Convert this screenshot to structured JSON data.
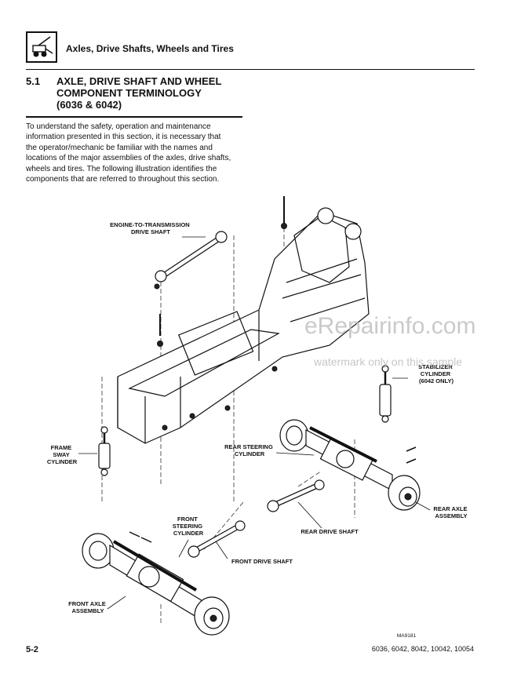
{
  "header": {
    "title": "Axles, Drive Shafts, Wheels and Tires",
    "icon": "forklift-icon"
  },
  "section": {
    "number": "5.1",
    "title_lines": [
      "AXLE, DRIVE SHAFT AND WHEEL",
      "COMPONENT TERMINOLOGY",
      "(6036 & 6042)"
    ]
  },
  "intro_lines": [
    "To understand the safety, operation and maintenance",
    "information presented in this section, it is necessary that",
    "the operator/mechanic be familiar with the names and",
    "locations of the major assemblies of the axles, drive shafts,",
    "wheels and tires. The following illustration identifies the",
    "components that are referred to throughout this section."
  ],
  "diagram": {
    "labels": {
      "engine_shaft": [
        "ENGINE-TO-TRANSMISSION",
        "DRIVE SHAFT"
      ],
      "stabilizer": [
        "STABILIZER",
        "CYLINDER",
        "(6042 ONLY)"
      ],
      "frame_sway": [
        "FRAME",
        "SWAY",
        "CYLINDER"
      ],
      "rear_steering": [
        "REAR STEERING",
        "CYLINDER"
      ],
      "rear_axle": [
        "REAR AXLE",
        "ASSEMBLY"
      ],
      "rear_drive": [
        "REAR DRIVE SHAFT"
      ],
      "front_steering": [
        "FRONT",
        "STEERING",
        "CYLINDER"
      ],
      "front_drive": [
        "FRONT DRIVE SHAFT"
      ],
      "front_axle": [
        "FRONT AXLE",
        "ASSEMBLY"
      ],
      "figure_id": [
        "MA9181"
      ]
    },
    "watermark": {
      "site": "eRepairinfo.com",
      "notice": "watermark only on this sample"
    }
  },
  "footer": {
    "page": "5-2",
    "models": "6036, 6042, 8042, 10042, 10054"
  }
}
